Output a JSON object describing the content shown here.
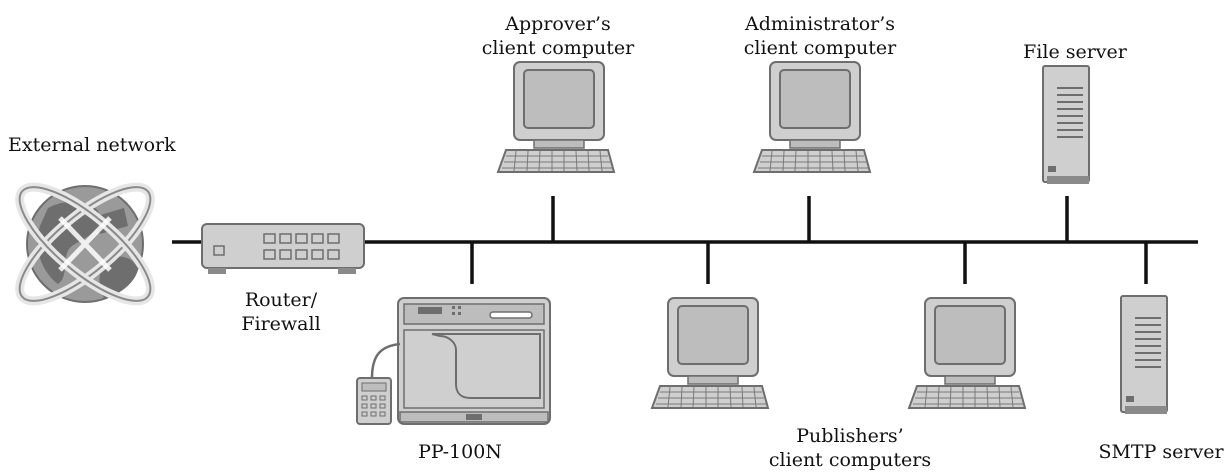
{
  "labels": {
    "external_network": "External network",
    "router": {
      "line1": "Router/",
      "line2": "Firewall"
    },
    "pp100n": "PP-100N",
    "approver": {
      "line1": "Approver’s",
      "line2": "client computer"
    },
    "administrator": {
      "line1": "Administrator’s",
      "line2": "client computer"
    },
    "file_server": "File server",
    "publishers": {
      "line1": "Publishers’",
      "line2": "client computers"
    },
    "smtp_server": "SMTP server"
  },
  "colors": {
    "device_fill": "#cfcfcf",
    "device_dark": "#8a8a8a",
    "device_stroke": "#6e6e6e",
    "screen_fill": "#bdbdbd",
    "network_line": "#111111",
    "globe_fill": "#9a9a9a",
    "globe_light": "#e6e6e6"
  },
  "icons": [
    "globe-icon",
    "router-icon",
    "printer-icon",
    "computer-icon",
    "server-icon"
  ]
}
